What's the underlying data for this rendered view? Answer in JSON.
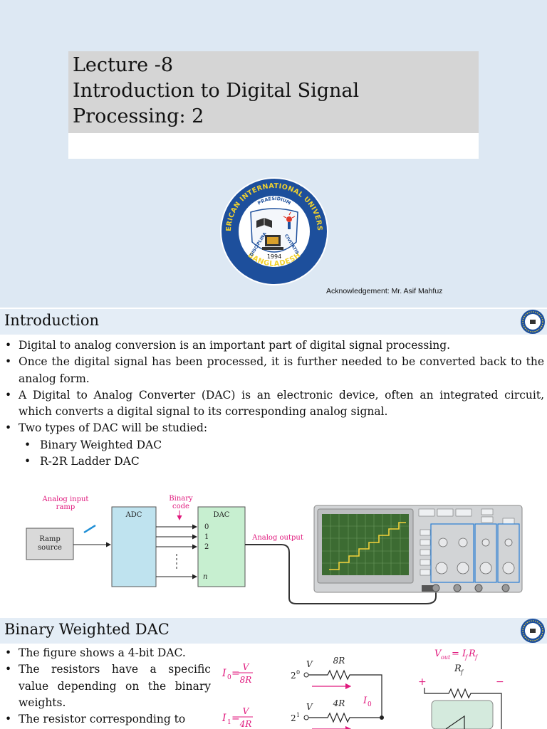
{
  "slide1": {
    "title_lines": [
      "Lecture -8",
      "Introduction to Digital Signal",
      "Processing: 2"
    ],
    "logo_text": {
      "ring": "AMERICAN INTERNATIONAL UNIVERSITY",
      "bottom": "BANGLADESH",
      "motto_top": "PRAESIDIUM",
      "motto_left": "DISCIPLINA",
      "motto_right": "CIVITATIS",
      "year": "1994"
    },
    "acknowledgement": "Acknowledgement: Mr. Asif Mahfuz"
  },
  "slide2": {
    "heading": "Introduction",
    "bullets": [
      "Digital to analog conversion is an important part of digital signal processing.",
      "Once the digital signal has been processed, it is further needed to be converted back to the analog form.",
      "A Digital to Analog Converter (DAC) is an electronic device, often an integrated circuit, which converts a digital signal to its corresponding analog signal.",
      "Two types of DAC will be studied:"
    ],
    "sub_bullets": [
      "Binary Weighted DAC",
      "R-2R Ladder DAC"
    ],
    "diagram": {
      "analog_input_line1": "Analog input",
      "analog_input_line2": "ramp",
      "ramp_line1": "Ramp",
      "ramp_line2": "source",
      "adc": "ADC",
      "binary_code_line1": "Binary",
      "binary_code_line2": "code",
      "dac": "DAC",
      "bits": [
        "0",
        "1",
        "2",
        "n"
      ],
      "analog_output": "Analog output"
    }
  },
  "slide3": {
    "heading": "Binary Weighted DAC",
    "bullets": [
      "The figure shows a 4-bit DAC.",
      "The resistors have a specific value depending on the binary weights.",
      "The resistor corresponding to"
    ],
    "circuit": {
      "i0_lhs": "I",
      "i0_sub": "0",
      "i1_lhs": "I",
      "i1_sub": "1",
      "eq": "=",
      "v": "V",
      "den0": "8R",
      "den1": "4R",
      "src0": "2",
      "src0_exp": "0",
      "src1": "2",
      "src1_exp": "1",
      "r0": "8R",
      "r1": "4R",
      "vout": "V",
      "vout_sub": "out",
      "vout_eq": "= I",
      "vout_f1": "f",
      "vout_r": "R",
      "vout_f2": "f",
      "rf": "R",
      "rf_sub": "f",
      "plus": "+",
      "minus": "−",
      "if": "I",
      "if_sub": "f"
    }
  }
}
